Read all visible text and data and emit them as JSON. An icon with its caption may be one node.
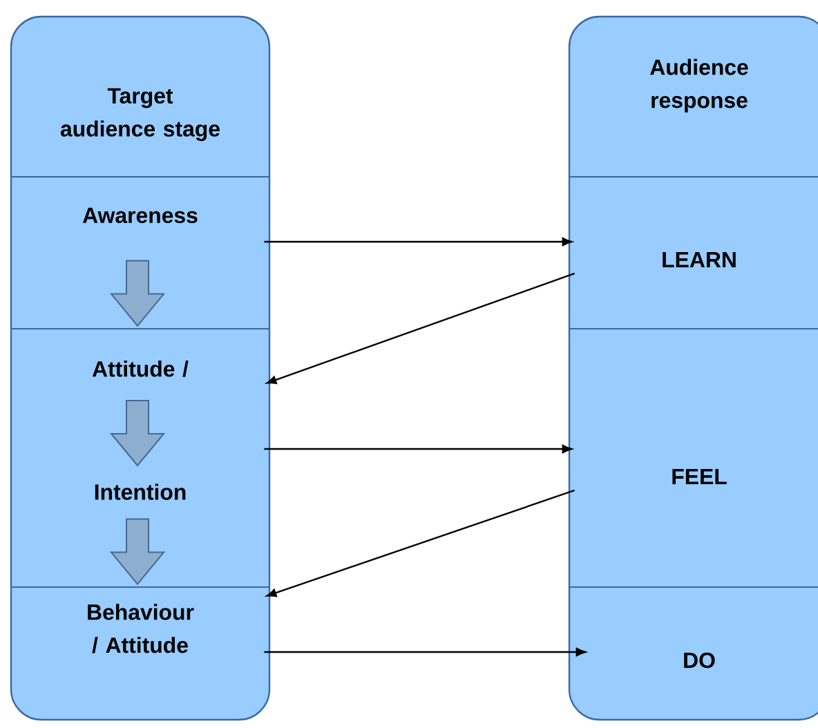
{
  "diagram": {
    "nodes": [
      {
        "text": [
          "Target audience stage"
        ]
      },
      {
        "text": [
          "Awareness"
        ],
        "in": 0
      },
      {
        "text": [
          "Attitude /",
          "Intention"
        ],
        "in": 0
      },
      {
        "text": [
          "Behaviour / Attitude"
        ],
        "in": 0
      },
      {
        "text": [
          "Audience response"
        ]
      },
      {
        "text": [
          "LEARN"
        ],
        "in": 4
      },
      {
        "text": [
          "FEEL"
        ],
        "in": 4
      },
      {
        "text": [
          "DO"
        ],
        "in": 4
      }
    ],
    "edges": [
      {
        "from": 1,
        "to": 5,
        "arrow": "to"
      },
      {
        "from": 5,
        "to": 2,
        "arrow": "to"
      },
      {
        "from": 2,
        "to": 6,
        "arrow": "to"
      },
      {
        "from": 6,
        "to": 3,
        "arrow": "to"
      },
      {
        "from": 3,
        "to": 7,
        "arrow": "to"
      },
      {
        "from": 1,
        "to": 2,
        "arrow": "to",
        "color": "#8eaed0"
      },
      {
        "from": 2,
        "to": 3,
        "arrow": "to",
        "color": "#8eaed0"
      }
    ]
  }
}
